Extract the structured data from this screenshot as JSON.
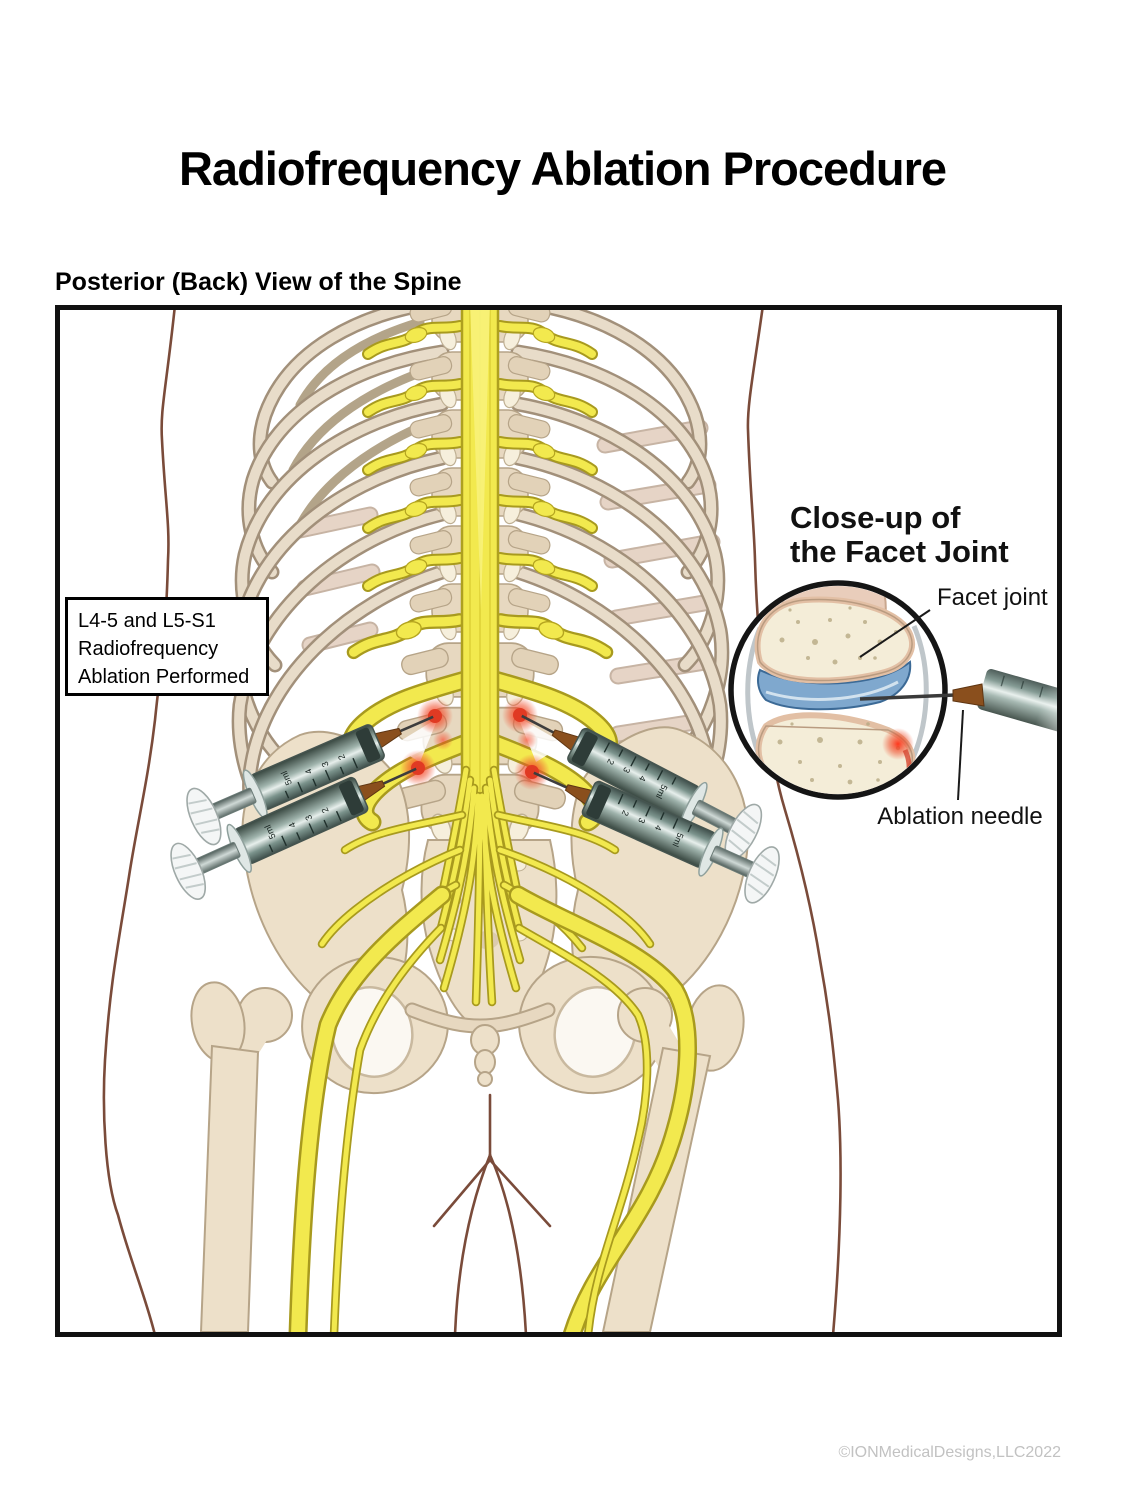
{
  "page": {
    "title": "Radiofrequency Ablation Procedure",
    "view_caption": "Posterior (Back) View of the Spine",
    "copyright": "©IONMedicalDesigns,LLC2022"
  },
  "annotation_box": {
    "line1": "L4-5 and L5-S1",
    "line2": "Radiofrequency",
    "line3": "Ablation Performed"
  },
  "closeup": {
    "heading_line1": "Close-up of",
    "heading_line2": "the Facet Joint",
    "label_facet_joint": "Facet joint",
    "label_ablation_needle": "Ablation needle"
  },
  "syringe": {
    "scale_marks": [
      "2",
      "3",
      "4"
    ],
    "volume_label": "5ml"
  },
  "colors": {
    "nerve_yellow": "#F2E94E",
    "nerve_outline": "#A89A1E",
    "bone_fill": "#EDE0C9",
    "bone_stroke": "#B6A488",
    "body_outline": "#7A4B3A",
    "inflammation_red": "#E03A23",
    "joint_blue": "#7FA8CE",
    "syringe_gray": "#5E7370",
    "frame_black": "#111111"
  }
}
